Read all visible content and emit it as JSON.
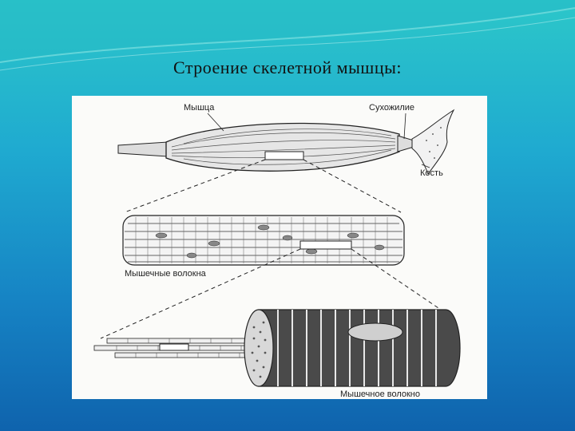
{
  "slide": {
    "title": "Строение скелетной мышцы:"
  },
  "diagram": {
    "labels": {
      "muscle": "Мышца",
      "tendon": "Сухожилие",
      "bone": "Кость",
      "muscle_fibers": "Мышечные волокна",
      "muscle_fiber": "Мышечное волокно"
    }
  },
  "colors": {
    "background_top": "#2cc7c9",
    "background_bottom": "#0f63ad",
    "panel": "#fbfbf9",
    "ink": "#222222"
  }
}
